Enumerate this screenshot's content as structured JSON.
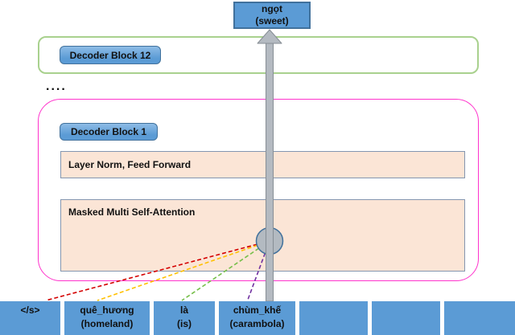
{
  "colors": {
    "accent_blue": "#5b9bd5",
    "accent_blue_dark": "#41719c",
    "button_blue_light": "#8ebce6",
    "peach_fill": "#fbe5d6",
    "peach_border": "#8496b0",
    "green_border": "#a9d18e",
    "magenta_border": "#ff33cc",
    "arrow_gray": "#b4bac1",
    "arrow_border": "#878e95",
    "node_gray": "#b3bac1",
    "node_border": "#41719c",
    "edge_red": "#d40000",
    "edge_gold": "#ffc000",
    "edge_green": "#76bf4a",
    "edge_purple": "#7030a0"
  },
  "output_token": {
    "word": "ngọt",
    "gloss": "(sweet)"
  },
  "decoder_block_12_label": "Decoder Block 12",
  "ellipsis": "....",
  "decoder_block_1_label": "Decoder Block 1",
  "layer_norm_label": "Layer Norm, Feed Forward",
  "attention_label": "Masked Multi Self-Attention",
  "tokens": [
    {
      "word": "</s>",
      "gloss": ""
    },
    {
      "word": "quê_hương",
      "gloss": "(homeland)"
    },
    {
      "word": "là",
      "gloss": "(is)"
    },
    {
      "word": "chùm_khế",
      "gloss": "(carambola)"
    },
    {
      "word": "",
      "gloss": ""
    },
    {
      "word": "",
      "gloss": ""
    },
    {
      "word": "",
      "gloss": ""
    }
  ]
}
